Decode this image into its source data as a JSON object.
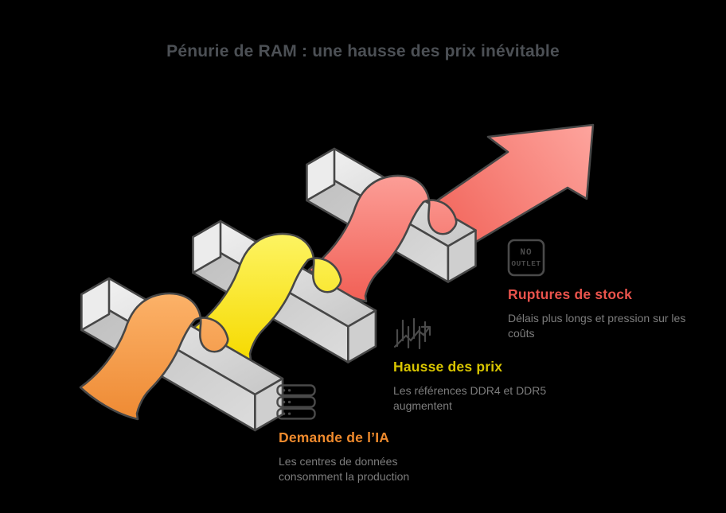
{
  "title": "Pénurie de RAM : une hausse des prix inévitable",
  "colors": {
    "background": "#000000",
    "title_text": "#4c5055",
    "description_text": "#7d7d7d",
    "outline": "#474747",
    "orange_accent": "#ef8a2d",
    "yellow_accent": "#d8c500",
    "red_accent": "#e9534c",
    "orange_ribbon": [
      "#fcb269",
      "#ee8a33"
    ],
    "yellow_ribbon": [
      "#fdf463",
      "#f6da00"
    ],
    "red_ribbon": [
      "#fc9e97",
      "#f15f55"
    ],
    "beam_gray": [
      "#f2f2f2",
      "#c6c6c6"
    ]
  },
  "illustration": {
    "kind": "ribbon weaving over three gray beams, rising into an arrow pointing up-right",
    "sign": {
      "line1": "NO",
      "line2": "OUTLET"
    }
  },
  "sections": [
    {
      "icon": "server-stack-icon",
      "heading": "Demande de l’IA",
      "description": "Les centres de données consomment la production"
    },
    {
      "icon": "price-chart-icon",
      "heading": "Hausse des prix",
      "description": "Les références DDR4 et DDR5 augmentent"
    },
    {
      "icon": "no-outlet-sign-icon",
      "heading": "Ruptures de stock",
      "description": "Délais plus longs et pression sur les coûts"
    }
  ]
}
